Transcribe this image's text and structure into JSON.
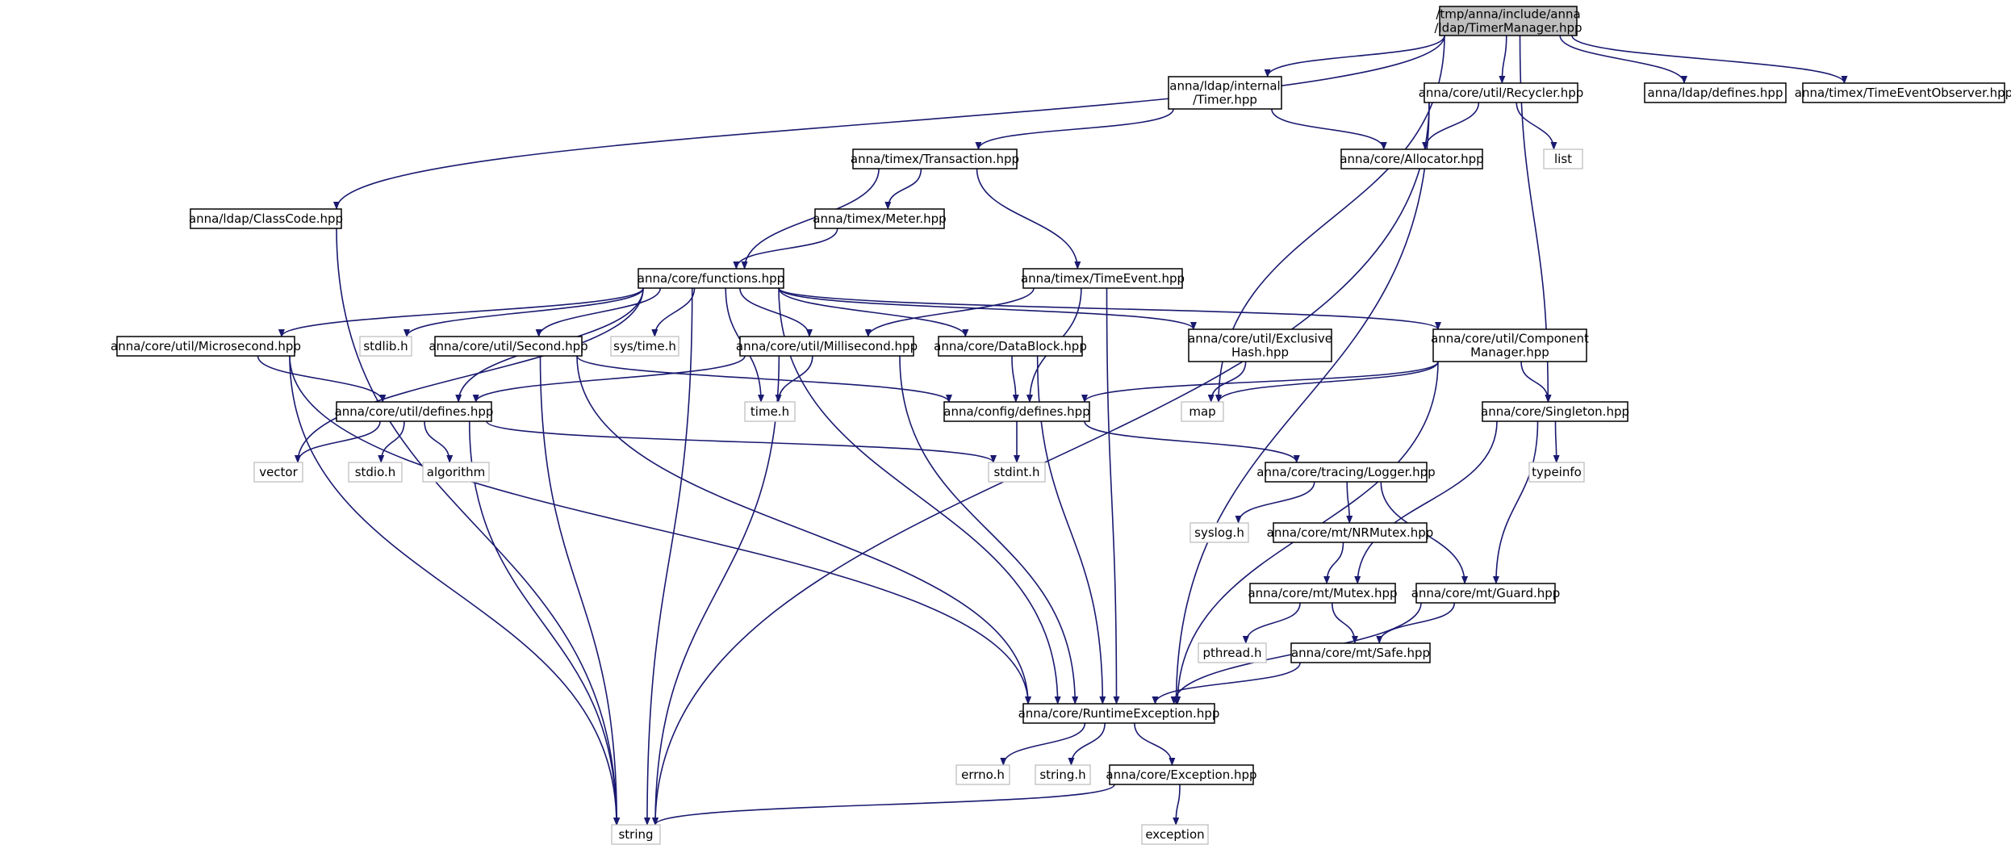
{
  "graph": {
    "edge_color": "#191970",
    "root_fill": "#bfbfbf",
    "nodes": [
      {
        "id": "root",
        "lines": [
          "/tmp/anna/include/anna",
          "/ldap/TimerManager.hpp"
        ],
        "kind": "root"
      },
      {
        "id": "ldap_timer",
        "lines": [
          "anna/ldap/internal",
          "/Timer.hpp"
        ],
        "kind": "file"
      },
      {
        "id": "recycler",
        "lines": [
          "anna/core/util/Recycler.hpp"
        ],
        "kind": "file"
      },
      {
        "id": "ldap_defines",
        "lines": [
          "anna/ldap/defines.hpp"
        ],
        "kind": "file"
      },
      {
        "id": "teo",
        "lines": [
          "anna/timex/TimeEventObserver.hpp"
        ],
        "kind": "file"
      },
      {
        "id": "transaction",
        "lines": [
          "anna/timex/Transaction.hpp"
        ],
        "kind": "file"
      },
      {
        "id": "allocator",
        "lines": [
          "anna/core/Allocator.hpp"
        ],
        "kind": "file"
      },
      {
        "id": "list",
        "lines": [
          "list"
        ],
        "kind": "ext"
      },
      {
        "id": "classcode",
        "lines": [
          "anna/ldap/ClassCode.hpp"
        ],
        "kind": "file"
      },
      {
        "id": "meter",
        "lines": [
          "anna/timex/Meter.hpp"
        ],
        "kind": "file"
      },
      {
        "id": "functions",
        "lines": [
          "anna/core/functions.hpp"
        ],
        "kind": "file"
      },
      {
        "id": "timeevent",
        "lines": [
          "anna/timex/TimeEvent.hpp"
        ],
        "kind": "file"
      },
      {
        "id": "microsecond",
        "lines": [
          "anna/core/util/Microsecond.hpp"
        ],
        "kind": "file"
      },
      {
        "id": "stdlib",
        "lines": [
          "stdlib.h"
        ],
        "kind": "ext"
      },
      {
        "id": "second",
        "lines": [
          "anna/core/util/Second.hpp"
        ],
        "kind": "file"
      },
      {
        "id": "systime",
        "lines": [
          "sys/time.h"
        ],
        "kind": "ext"
      },
      {
        "id": "millisecond",
        "lines": [
          "anna/core/util/Millisecond.hpp"
        ],
        "kind": "file"
      },
      {
        "id": "datablock",
        "lines": [
          "anna/core/DataBlock.hpp"
        ],
        "kind": "file"
      },
      {
        "id": "exclusive",
        "lines": [
          "anna/core/util/Exclusive",
          "Hash.hpp"
        ],
        "kind": "file"
      },
      {
        "id": "component",
        "lines": [
          "anna/core/util/Component",
          "Manager.hpp"
        ],
        "kind": "file"
      },
      {
        "id": "util_defines",
        "lines": [
          "anna/core/util/defines.hpp"
        ],
        "kind": "file"
      },
      {
        "id": "time_h",
        "lines": [
          "time.h"
        ],
        "kind": "ext"
      },
      {
        "id": "config_defines",
        "lines": [
          "anna/config/defines.hpp"
        ],
        "kind": "file"
      },
      {
        "id": "map",
        "lines": [
          "map"
        ],
        "kind": "ext"
      },
      {
        "id": "singleton",
        "lines": [
          "anna/core/Singleton.hpp"
        ],
        "kind": "file"
      },
      {
        "id": "vector",
        "lines": [
          "vector"
        ],
        "kind": "ext"
      },
      {
        "id": "stdio",
        "lines": [
          "stdio.h"
        ],
        "kind": "ext"
      },
      {
        "id": "algorithm",
        "lines": [
          "algorithm"
        ],
        "kind": "ext"
      },
      {
        "id": "stdint",
        "lines": [
          "stdint.h"
        ],
        "kind": "ext"
      },
      {
        "id": "logger",
        "lines": [
          "anna/core/tracing/Logger.hpp"
        ],
        "kind": "file"
      },
      {
        "id": "typeinfo",
        "lines": [
          "typeinfo"
        ],
        "kind": "ext"
      },
      {
        "id": "syslog",
        "lines": [
          "syslog.h"
        ],
        "kind": "ext"
      },
      {
        "id": "nrmutex",
        "lines": [
          "anna/core/mt/NRMutex.hpp"
        ],
        "kind": "file"
      },
      {
        "id": "mutex",
        "lines": [
          "anna/core/mt/Mutex.hpp"
        ],
        "kind": "file"
      },
      {
        "id": "guard",
        "lines": [
          "anna/core/mt/Guard.hpp"
        ],
        "kind": "file"
      },
      {
        "id": "pthread",
        "lines": [
          "pthread.h"
        ],
        "kind": "ext"
      },
      {
        "id": "safe",
        "lines": [
          "anna/core/mt/Safe.hpp"
        ],
        "kind": "file"
      },
      {
        "id": "runtime",
        "lines": [
          "anna/core/RuntimeException.hpp"
        ],
        "kind": "file"
      },
      {
        "id": "errno",
        "lines": [
          "errno.h"
        ],
        "kind": "ext"
      },
      {
        "id": "string_h",
        "lines": [
          "string.h"
        ],
        "kind": "ext"
      },
      {
        "id": "exception_hpp",
        "lines": [
          "anna/core/Exception.hpp"
        ],
        "kind": "file"
      },
      {
        "id": "string",
        "lines": [
          "string"
        ],
        "kind": "ext"
      },
      {
        "id": "exception",
        "lines": [
          "exception"
        ],
        "kind": "ext"
      }
    ],
    "edges": [
      [
        "root",
        "ldap_timer"
      ],
      [
        "root",
        "recycler"
      ],
      [
        "root",
        "ldap_defines"
      ],
      [
        "root",
        "teo"
      ],
      [
        "root",
        "classcode"
      ],
      [
        "root",
        "map"
      ],
      [
        "root",
        "singleton"
      ],
      [
        "ldap_timer",
        "transaction"
      ],
      [
        "ldap_timer",
        "allocator"
      ],
      [
        "recycler",
        "allocator"
      ],
      [
        "recycler",
        "list"
      ],
      [
        "recycler",
        "string"
      ],
      [
        "recycler",
        "runtime"
      ],
      [
        "transaction",
        "functions"
      ],
      [
        "transaction",
        "meter"
      ],
      [
        "transaction",
        "timeevent"
      ],
      [
        "meter",
        "functions"
      ],
      [
        "classcode",
        "string"
      ],
      [
        "timeevent",
        "millisecond"
      ],
      [
        "timeevent",
        "config_defines"
      ],
      [
        "timeevent",
        "runtime"
      ],
      [
        "functions",
        "microsecond"
      ],
      [
        "functions",
        "stdlib"
      ],
      [
        "functions",
        "second"
      ],
      [
        "functions",
        "systime"
      ],
      [
        "functions",
        "millisecond"
      ],
      [
        "functions",
        "datablock"
      ],
      [
        "functions",
        "exclusive"
      ],
      [
        "functions",
        "component"
      ],
      [
        "functions",
        "util_defines"
      ],
      [
        "functions",
        "time_h"
      ],
      [
        "functions",
        "vector"
      ],
      [
        "functions",
        "string"
      ],
      [
        "functions",
        "runtime"
      ],
      [
        "microsecond",
        "util_defines"
      ],
      [
        "microsecond",
        "string"
      ],
      [
        "microsecond",
        "runtime"
      ],
      [
        "second",
        "config_defines"
      ],
      [
        "second",
        "string"
      ],
      [
        "second",
        "runtime"
      ],
      [
        "millisecond",
        "util_defines"
      ],
      [
        "millisecond",
        "time_h"
      ],
      [
        "millisecond",
        "string"
      ],
      [
        "millisecond",
        "runtime"
      ],
      [
        "datablock",
        "config_defines"
      ],
      [
        "datablock",
        "runtime"
      ],
      [
        "exclusive",
        "map"
      ],
      [
        "component",
        "map"
      ],
      [
        "component",
        "config_defines"
      ],
      [
        "component",
        "singleton"
      ],
      [
        "component",
        "runtime"
      ],
      [
        "util_defines",
        "vector"
      ],
      [
        "util_defines",
        "stdio"
      ],
      [
        "util_defines",
        "algorithm"
      ],
      [
        "util_defines",
        "stdint"
      ],
      [
        "util_defines",
        "string"
      ],
      [
        "config_defines",
        "stdint"
      ],
      [
        "config_defines",
        "logger"
      ],
      [
        "singleton",
        "typeinfo"
      ],
      [
        "singleton",
        "mutex"
      ],
      [
        "singleton",
        "guard"
      ],
      [
        "logger",
        "syslog"
      ],
      [
        "logger",
        "nrmutex"
      ],
      [
        "logger",
        "guard"
      ],
      [
        "nrmutex",
        "mutex"
      ],
      [
        "mutex",
        "pthread"
      ],
      [
        "mutex",
        "safe"
      ],
      [
        "guard",
        "safe"
      ],
      [
        "guard",
        "runtime"
      ],
      [
        "safe",
        "runtime"
      ],
      [
        "runtime",
        "errno"
      ],
      [
        "runtime",
        "string_h"
      ],
      [
        "runtime",
        "exception_hpp"
      ],
      [
        "exception_hpp",
        "string"
      ],
      [
        "exception_hpp",
        "exception"
      ]
    ]
  }
}
